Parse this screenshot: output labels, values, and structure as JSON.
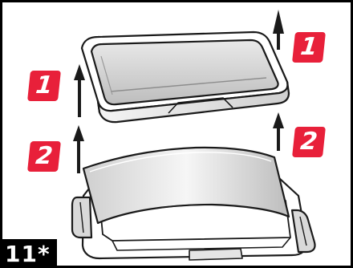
{
  "step_number": "11*",
  "badges": {
    "top_right": "1",
    "left_upper": "1",
    "left_lower": "2",
    "right_lower": "2"
  },
  "colors": {
    "badge": "#e8203a",
    "line": "#1a1a1a",
    "fill_light": "#ffffff",
    "fill_shade": "#cfcfcf"
  },
  "icons": [
    "up-arrow-icon"
  ]
}
